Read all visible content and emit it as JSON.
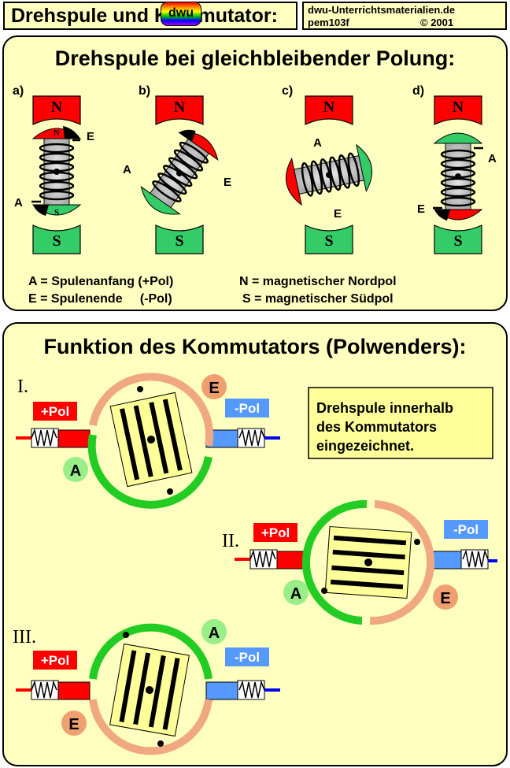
{
  "header": {
    "title": "Drehspule und Kommutator:",
    "site": "dwu-Unterrichtsmaterialien.de",
    "code": "pem103f",
    "copyright": "© 2001",
    "logo_text": "dwu"
  },
  "panel1": {
    "title": "Drehspule bei gleichbleibender Polung:",
    "sub_labels": [
      "a)",
      "b)",
      "c)",
      "d)"
    ],
    "pole_N": "N",
    "pole_S": "S",
    "coil_N": "N",
    "coil_S": "S",
    "end_A": "A",
    "end_E": "E",
    "legend": [
      "A = Spulenanfang (+Pol)",
      "E = Spulenende     (-Pol)",
      "N = magnetischer Nordpol",
      "S = magnetischer Südpol"
    ]
  },
  "panel2": {
    "title": "Funktion des Kommutators (Polwenders):",
    "stages": [
      "I.",
      "II.",
      "III."
    ],
    "plus_label": "+Pol",
    "minus_label": "-Pol",
    "seg_A": "A",
    "seg_E": "E",
    "note": [
      "Drehspule innerhalb",
      "des Kommutators",
      "eingezeichnet."
    ]
  },
  "colors": {
    "bg_panel": "#ffffc0",
    "north": "#ff0000",
    "south": "#33cc66",
    "coil": "#c8c8c8",
    "segment_A": "#22cc22",
    "segment_E": "#f0a880",
    "brush_plus": "#ff0000",
    "brush_minus": "#5599ff"
  }
}
